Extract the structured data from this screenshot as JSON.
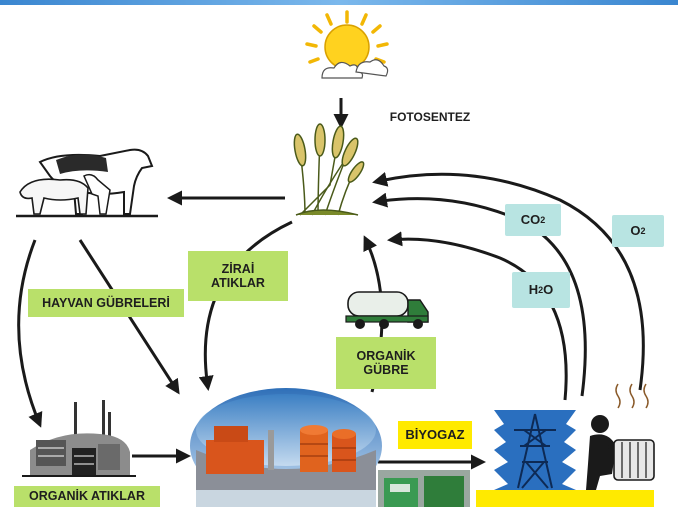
{
  "labels": {
    "fotosentez": "FOTOSENTEZ",
    "hayvan_gubreleri": "HAYVAN GÜBRELERİ",
    "zirai_atiklar": "ZİRAİ\nATIKLAR",
    "organik_gubre": "ORGANİK\nGÜBRE",
    "biyogaz": "BİYOGAZ",
    "organik_atiklar": "ORGANİK ATIKLAR",
    "co2_main": "CO",
    "co2_sub": "2",
    "o2_main": "O",
    "o2_sub": "2",
    "h2o_h": "H",
    "h2o_sub": "2",
    "h2o_o": "O"
  },
  "colors": {
    "green_label": "#b9e06a",
    "teal_label": "#b8e4e2",
    "yellow_label": "#ffea00",
    "arrow": "#1a1a1a",
    "sun": "#ffd21f"
  },
  "icons": [
    "sun-icon",
    "wheat-icon",
    "livestock-icon",
    "tanker-truck-icon",
    "factory-icon",
    "biogas-plant-icon",
    "power-tower-icon",
    "person-heater-icon"
  ]
}
